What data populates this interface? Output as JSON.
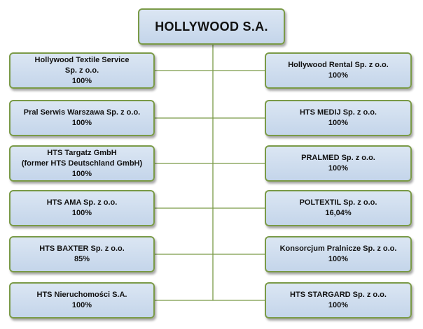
{
  "root": {
    "name": "HOLLYWOOD S.A."
  },
  "left": [
    {
      "lines": [
        "Hollywood Textile Service",
        "Sp. z o.o.",
        "100%"
      ]
    },
    {
      "lines": [
        "Pral Serwis Warszawa Sp. z o.o.",
        "100%"
      ]
    },
    {
      "lines": [
        "HTS Targatz GmbH",
        "(former HTS Deutschland GmbH)",
        "100%"
      ]
    },
    {
      "lines": [
        "HTS AMA Sp. z o.o.",
        "100%"
      ]
    },
    {
      "lines": [
        "HTS BAXTER Sp. z o.o.",
        "85%"
      ]
    },
    {
      "lines": [
        "HTS Nieruchomości S.A.",
        "100%"
      ]
    }
  ],
  "right": [
    {
      "lines": [
        "Hollywood Rental Sp. z o.o.",
        "100%"
      ]
    },
    {
      "lines": [
        "HTS MEDIJ Sp. z o.o.",
        "100%"
      ]
    },
    {
      "lines": [
        "PRALMED Sp. z o.o.",
        "100%"
      ]
    },
    {
      "lines": [
        "POLTEXTIL Sp. z o.o.",
        "16,04%"
      ]
    },
    {
      "lines": [
        "Konsorcjum Pralnicze Sp. z o.o.",
        "100%"
      ]
    },
    {
      "lines": [
        "HTS STARGARD Sp. z o.o.",
        "100%"
      ]
    }
  ],
  "colors": {
    "border": "#7a9a47",
    "fill_top": "#dbe6f3",
    "fill_bottom": "#c4d5ea",
    "connector": "#7a9a47"
  }
}
